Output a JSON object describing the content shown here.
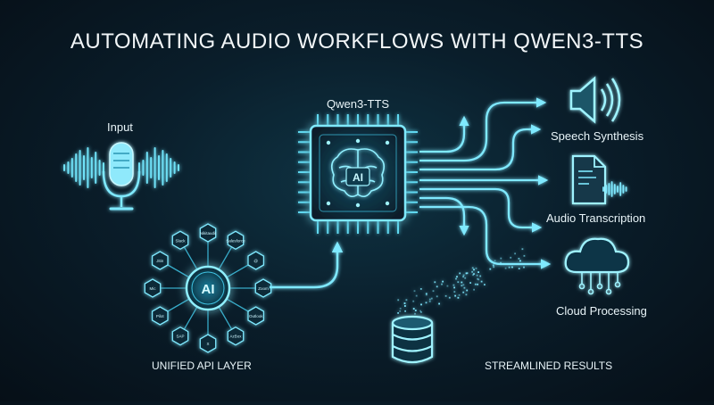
{
  "title": "AUTOMATING AUDIO WORKFLOWS WITH QWEN3-TTS",
  "input": {
    "label": "Input",
    "icon": "microphone-icon"
  },
  "engine": {
    "label": "Qwen3-TTS",
    "chip_text": "AI",
    "icon": "ai-chip-icon"
  },
  "api_layer": {
    "label": "UNIFIED API LAYER",
    "hub_text": "AI",
    "nodes": [
      "Nikitaudit",
      "Salesforce",
      "@",
      "Zoom",
      "Outlook",
      "AzBox",
      "X",
      "SAP",
      "Pilot",
      "Mic",
      "Jitin",
      "Slack"
    ]
  },
  "outputs": [
    {
      "label": "Speech Synthesis",
      "icon": "speaker-icon"
    },
    {
      "label": "Audio Transcription",
      "icon": "document-waveform-icon"
    },
    {
      "label": "Cloud Processing",
      "icon": "cloud-icon"
    }
  ],
  "results": {
    "label": "STREAMLINED RESULTS",
    "icon": "database-icon"
  },
  "colors": {
    "accent": "#3fd4f2",
    "glow": "#7fe9ff",
    "background": "#0a1e2b"
  }
}
